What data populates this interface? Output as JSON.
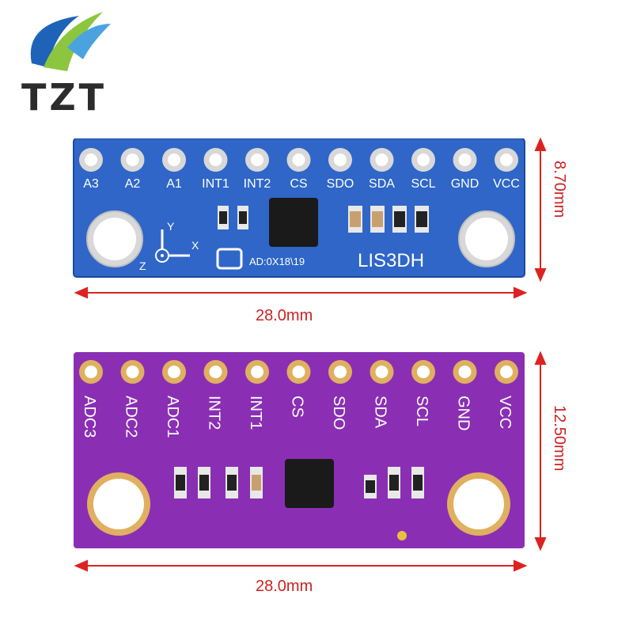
{
  "brand": {
    "name": "TZT",
    "colors": {
      "green": "#8cc63e",
      "blue": "#1e63b8",
      "text": "#2c2c2c"
    }
  },
  "top_board": {
    "pin_labels": [
      "A3",
      "A2",
      "A1",
      "INT1",
      "INT2",
      "CS",
      "SDO",
      "SDA",
      "SCL",
      "GND",
      "VCC"
    ],
    "chip_title": "LIS3DH",
    "address_label": "AD:0X18\\19",
    "axis_labels": {
      "y": "Y",
      "x": "X",
      "z": "Z"
    },
    "color": "#2f66c8"
  },
  "bottom_board": {
    "pin_labels": [
      "ADC3",
      "ADC2",
      "ADC1",
      "INT2",
      "INT1",
      "CS",
      "SDO",
      "SDA",
      "SCL",
      "GND",
      "VCC"
    ],
    "color": "#8a2fb4"
  },
  "dimensions": {
    "top_width": "28.0mm",
    "top_height": "8.70mm",
    "bottom_width": "28.0mm",
    "bottom_height": "12.50mm",
    "line_color": "#dd2222"
  }
}
